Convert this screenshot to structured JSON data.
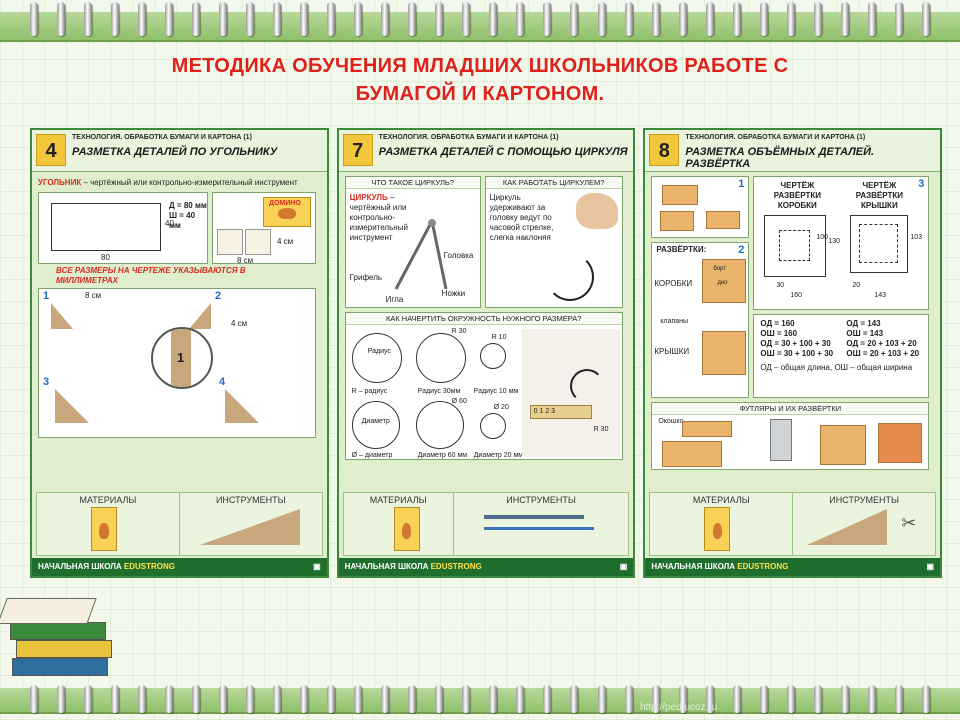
{
  "slide": {
    "title_line1": "МЕТОДИКА  ОБУЧЕНИЯ  МЛАДШИХ ШКОЛЬНИКОВ РАБОТЕ С",
    "title_line2": "БУМАГОЙ И КАРТОНОМ.",
    "watermark": "http://ped.ucoz.ru"
  },
  "common": {
    "series": "ТЕХНОЛОГИЯ.  ОБРАБОТКА БУМАГИ И КАРТОНА  (1)",
    "materials": "МАТЕРИАЛЫ",
    "tools": "ИНСТРУМЕНТЫ",
    "brand": "НАЧАЛЬНАЯ ШКОЛА",
    "publisher": "EDUSTRONG"
  },
  "posters": [
    {
      "num": "4",
      "title": "РАЗМЕТКА ДЕТАЛЕЙ ПО УГОЛЬНИКУ",
      "ugolnik_term": "УГОЛЬНИК",
      "ugolnik_def": " – чертёжный или контрольно-измерительный инструмент",
      "dim_d": "Д = 80 мм",
      "dim_sh": "Ш = 40 мм",
      "dim_w": "80",
      "dim_h": "40",
      "note": "ВСЕ РАЗМЕРЫ НА ЧЕРТЕЖЕ УКАЗЫВАЮТСЯ В МИЛЛИМЕТРАХ",
      "domino": "ДОМИНО",
      "size_4cm": "4 см",
      "size_8cm": "8 см",
      "step1_len": "8 см",
      "step2_len": "4 см",
      "steps": [
        "1",
        "2",
        "3",
        "4"
      ],
      "ruler_mark": "1"
    },
    {
      "num": "7",
      "title": "РАЗМЕТКА ДЕТАЛЕЙ С ПОМОЩЬЮ ЦИРКУЛЯ",
      "q1": "ЧТО ТАКОЕ ЦИРКУЛЬ?",
      "q2": "КАК РАБОТАТЬ ЦИРКУЛЕМ?",
      "q3": "КАК НАЧЕРТИТЬ ОКРУЖНОСТЬ НУЖНОГО РАЗМЕРА?",
      "def_term": "ЦИРКУЛЬ",
      "def_text": " – чертёжный или контрольно-измерительный инструмент",
      "part_head": "Головка",
      "part_lead": "Грифель",
      "part_needle": "Игла",
      "part_legs": "Ножки",
      "howto": "Циркуль удерживают за головку ведут по часовой стрелке, слегка наклоняя",
      "r30": "R 30",
      "r10": "R 10",
      "radius_word": "Радиус",
      "r_cap": "R – радиус",
      "r30_cap": "Радиус 30мм",
      "r10_cap": "Радиус 10 мм",
      "d60": "Ø 60",
      "d20": "Ø 20",
      "diam_word": "Диаметр",
      "d_cap": "Ø – диаметр",
      "d60_cap": "Диаметр 60 мм",
      "d20_cap": "Диаметр 20 мм",
      "ruler_ticks": "0  1  2  3",
      "r30b": "R 30"
    },
    {
      "num": "8",
      "title": "РАЗМЕТКА ОБЪЁМНЫХ ДЕТАЛЕЙ.  РАЗВЁРТКА",
      "step1": "1",
      "step2": "2",
      "step3": "3",
      "box_draw": "ЧЕРТЁЖ РАЗВЁРТКИ КОРОБКИ",
      "lid_draw": "ЧЕРТЁЖ РАЗВЁРТКИ КРЫШКИ",
      "razvertki": "РАЗВЁРТКИ:",
      "korobki": "КОРОБКИ",
      "kryshki": "КРЫШКИ",
      "klapany": "клапаны",
      "bort": "борт",
      "dno": "дно",
      "box_dims": {
        "d100": "100",
        "d30": "30",
        "d160": "160",
        "d130": "130"
      },
      "lid_dims": {
        "d20": "20",
        "d143": "143",
        "d103": "103"
      },
      "calc_left": [
        "ОД = 160",
        "ОШ = 160",
        "ОД = 30 + 100 + 30",
        "ОШ = 30 + 100 + 30"
      ],
      "calc_right": [
        "ОД = 143",
        "ОШ = 143",
        "ОД = 20 + 103 + 20",
        "ОШ = 20 + 103 + 20"
      ],
      "legend": "ОД – общая длина, ОШ – общая ширина",
      "cases": "ФУТЛЯРЫ И ИХ РАЗВЁРТКИ",
      "okoshko": "Окошко"
    }
  ]
}
